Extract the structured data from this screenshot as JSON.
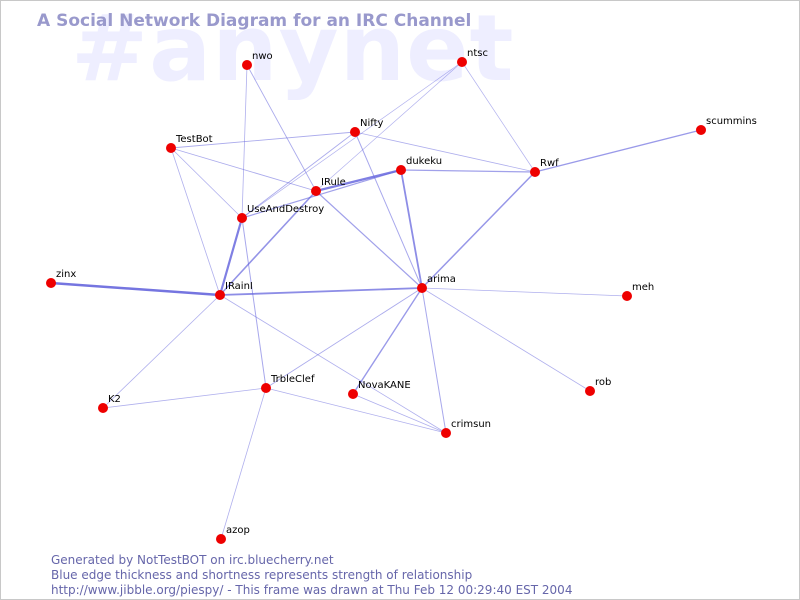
{
  "watermark": "#anynet",
  "title": "A Social Network Diagram for an IRC Channel",
  "footer": {
    "line1": "Generated by NotTestBOT on irc.bluecherry.net",
    "line2": "Blue edge thickness and shortness represents strength of relationship",
    "line3": "http://www.jibble.org/piespy/ - This frame was drawn at Thu Feb 12 00:29:40 EST 2004"
  },
  "colors": {
    "node": "#ee0000",
    "edge": "#6666dd",
    "title": "#9999cc",
    "watermark": "#eeeeff"
  },
  "nodes": [
    {
      "id": "nwo",
      "label": "nwo"
    },
    {
      "id": "ntsc",
      "label": "ntsc"
    },
    {
      "id": "scummins",
      "label": "scummins"
    },
    {
      "id": "TestBot",
      "label": "TestBot"
    },
    {
      "id": "Nifty",
      "label": "Nifty"
    },
    {
      "id": "dukeku",
      "label": "dukeku"
    },
    {
      "id": "Rwf",
      "label": "Rwf"
    },
    {
      "id": "IRule",
      "label": "IRule"
    },
    {
      "id": "UseAndDestroy",
      "label": "UseAndDestroy"
    },
    {
      "id": "zinx",
      "label": "zinx"
    },
    {
      "id": "IRainI",
      "label": "IRainI"
    },
    {
      "id": "arima",
      "label": "arima"
    },
    {
      "id": "meh",
      "label": "meh"
    },
    {
      "id": "TrbleClef",
      "label": "TrbleClef"
    },
    {
      "id": "NovaKANE",
      "label": "NovaKANE"
    },
    {
      "id": "rob",
      "label": "rob"
    },
    {
      "id": "K2",
      "label": "K2"
    },
    {
      "id": "crimsun",
      "label": "crimsun"
    },
    {
      "id": "azop",
      "label": "azop"
    }
  ],
  "edges": [
    {
      "source": "zinx",
      "target": "IRainI",
      "strength": 2.5
    },
    {
      "source": "IRainI",
      "target": "arima",
      "strength": 1.8
    },
    {
      "source": "IRainI",
      "target": "UseAndDestroy",
      "strength": 2.2
    },
    {
      "source": "IRainI",
      "target": "IRule",
      "strength": 1.6
    },
    {
      "source": "IRule",
      "target": "dukeku",
      "strength": 2.2
    },
    {
      "source": "dukeku",
      "target": "arima",
      "strength": 1.8
    },
    {
      "source": "arima",
      "target": "Rwf",
      "strength": 1.5
    },
    {
      "source": "arima",
      "target": "NovaKANE",
      "strength": 1.4
    },
    {
      "source": "Rwf",
      "target": "scummins",
      "strength": 1.4
    },
    {
      "source": "dukeku",
      "target": "Rwf",
      "strength": 1.2
    },
    {
      "source": "UseAndDestroy",
      "target": "dukeku",
      "strength": 1.2
    },
    {
      "source": "nwo",
      "target": "IRule",
      "strength": 0.9
    },
    {
      "source": "nwo",
      "target": "UseAndDestroy",
      "strength": 0.8
    },
    {
      "source": "ntsc",
      "target": "Rwf",
      "strength": 0.7
    },
    {
      "source": "ntsc",
      "target": "IRule",
      "strength": 0.7
    },
    {
      "source": "ntsc",
      "target": "UseAndDestroy",
      "strength": 0.7
    },
    {
      "source": "TestBot",
      "target": "Nifty",
      "strength": 0.9
    },
    {
      "source": "TestBot",
      "target": "IRule",
      "strength": 0.9
    },
    {
      "source": "TestBot",
      "target": "UseAndDestroy",
      "strength": 0.8
    },
    {
      "source": "TestBot",
      "target": "IRainI",
      "strength": 0.8
    },
    {
      "source": "Nifty",
      "target": "UseAndDestroy",
      "strength": 0.9
    },
    {
      "source": "Nifty",
      "target": "Rwf",
      "strength": 0.8
    },
    {
      "source": "Nifty",
      "target": "arima",
      "strength": 1.0
    },
    {
      "source": "IRule",
      "target": "arima",
      "strength": 1.2
    },
    {
      "source": "UseAndDestroy",
      "target": "TrbleClef",
      "strength": 1.0
    },
    {
      "source": "IRainI",
      "target": "K2",
      "strength": 0.8
    },
    {
      "source": "IRainI",
      "target": "crimsun",
      "strength": 0.8
    },
    {
      "source": "arima",
      "target": "TrbleClef",
      "strength": 0.9
    },
    {
      "source": "arima",
      "target": "crimsun",
      "strength": 1.0
    },
    {
      "source": "arima",
      "target": "meh",
      "strength": 0.8
    },
    {
      "source": "arima",
      "target": "rob",
      "strength": 0.8
    },
    {
      "source": "TrbleClef",
      "target": "K2",
      "strength": 0.8
    },
    {
      "source": "TrbleClef",
      "target": "crimsun",
      "strength": 0.8
    },
    {
      "source": "TrbleClef",
      "target": "azop",
      "strength": 0.8
    },
    {
      "source": "NovaKANE",
      "target": "crimsun",
      "strength": 0.8
    }
  ]
}
